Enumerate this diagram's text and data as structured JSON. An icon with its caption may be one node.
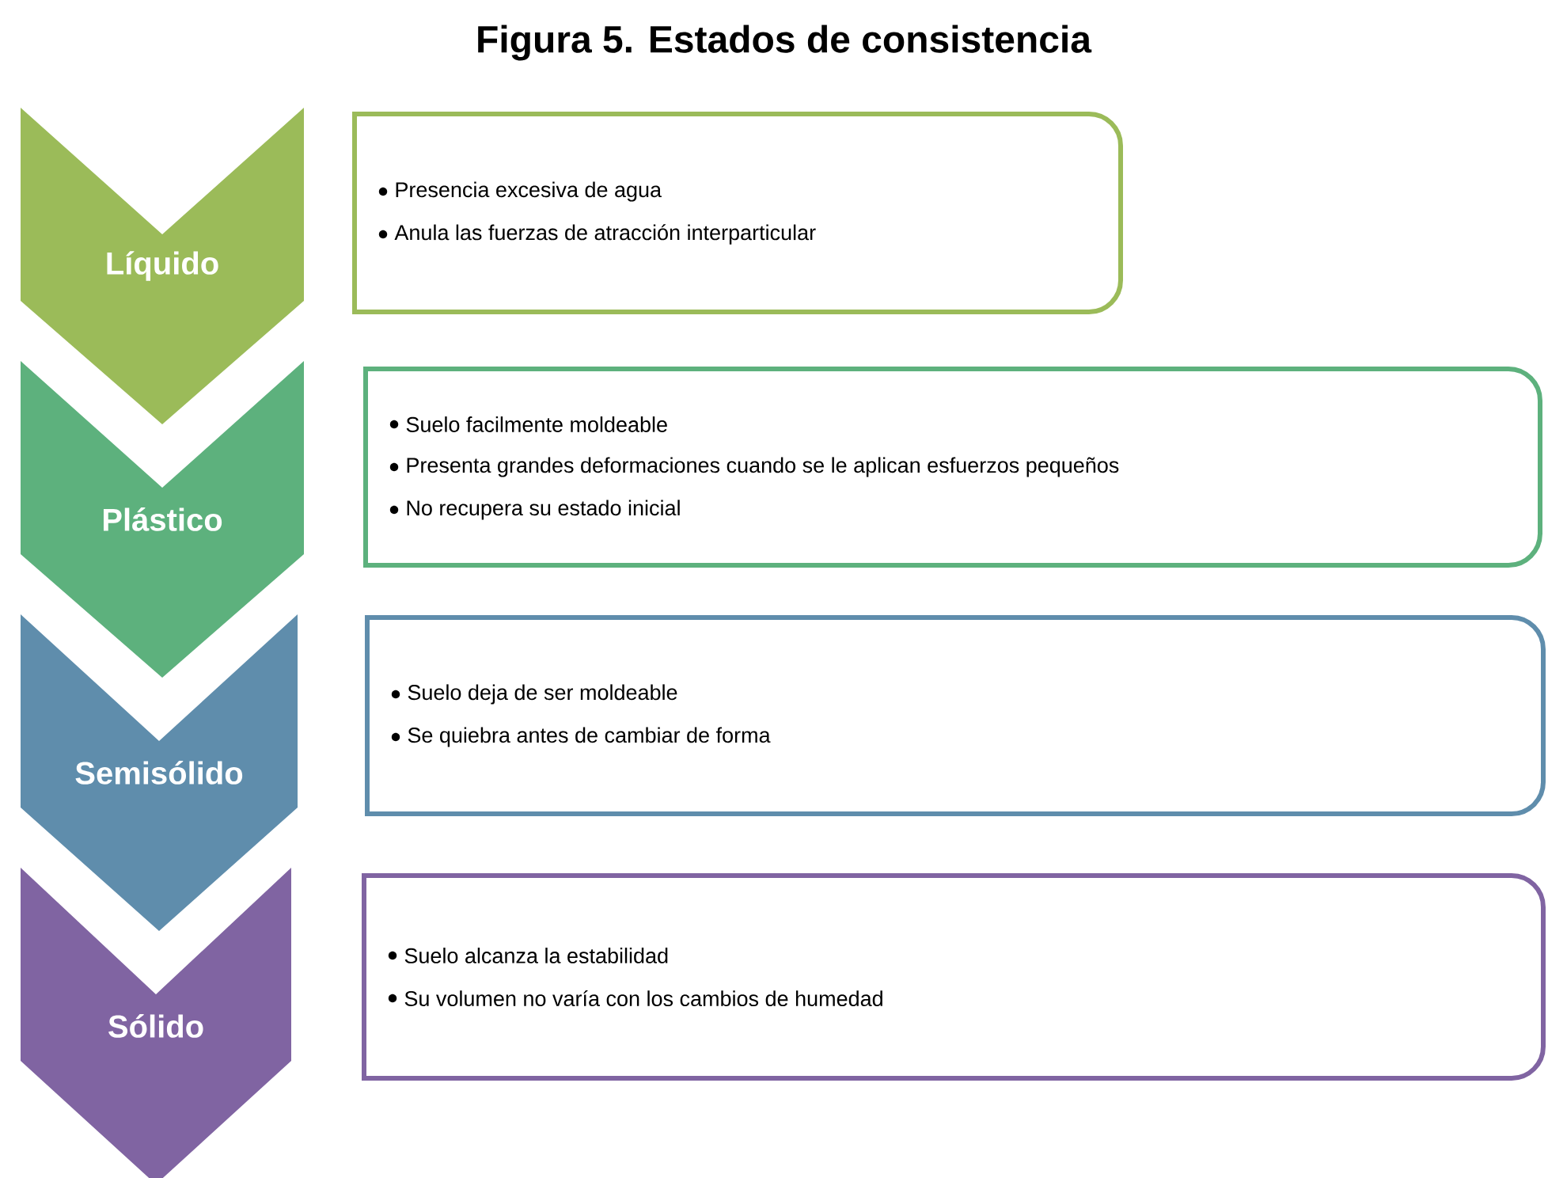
{
  "diagram": {
    "title": "Figura  5. Estados de consistencia",
    "nodes": [
      {
        "text": [
          "Líquido"
        ]
      },
      {
        "text": [
          "Plástico"
        ]
      },
      {
        "text": [
          "Semisólido"
        ]
      },
      {
        "text": [
          "Sólido"
        ]
      },
      {
        "text": [
          "Presencia excesiva de agua",
          "Anula las fuerzas de atracción interparticular"
        ]
      },
      {
        "text": [
          "Suelo facilmente moldeable",
          "Presenta grandes deformaciones cuando se le aplican esfuerzos pequeños",
          "No recupera su estado inicial"
        ]
      },
      {
        "text": [
          "Suelo deja de ser moldeable",
          "Se quiebra antes de cambiar de forma"
        ]
      },
      {
        "text": [
          "Suelo alcanza la estabilidad",
          "Su volumen no varía con los cambios de humedad"
        ]
      }
    ]
  }
}
